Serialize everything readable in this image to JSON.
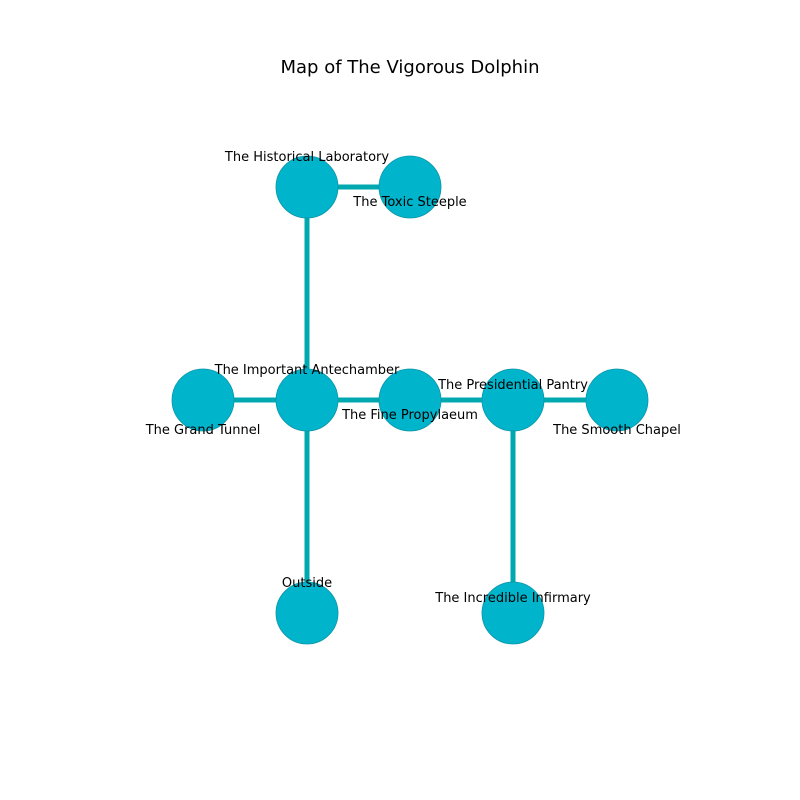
{
  "title": "Map of The Vigorous Dolphin",
  "colors": {
    "node_fill": "#00b4cc",
    "node_stroke": "#0a95a8",
    "edge": "#00a8b0",
    "label": "#000000"
  },
  "rooms": [
    {
      "id": "historical-laboratory",
      "name": "The Historical Laboratory"
    },
    {
      "id": "toxic-steeple",
      "name": "The Toxic Steeple"
    },
    {
      "id": "important-antechamber",
      "name": "The Important Antechamber"
    },
    {
      "id": "grand-tunnel",
      "name": "The Grand Tunnel"
    },
    {
      "id": "fine-propylaeum",
      "name": "The Fine Propylaeum"
    },
    {
      "id": "presidential-pantry",
      "name": "The Presidential Pantry"
    },
    {
      "id": "smooth-chapel",
      "name": "The Smooth Chapel"
    },
    {
      "id": "outside",
      "name": "Outside"
    },
    {
      "id": "incredible-infirmary",
      "name": "The Incredible Infirmary"
    }
  ],
  "connections": [
    [
      "historical-laboratory",
      "toxic-steeple"
    ],
    [
      "historical-laboratory",
      "important-antechamber"
    ],
    [
      "grand-tunnel",
      "important-antechamber"
    ],
    [
      "important-antechamber",
      "fine-propylaeum"
    ],
    [
      "fine-propylaeum",
      "presidential-pantry"
    ],
    [
      "presidential-pantry",
      "smooth-chapel"
    ],
    [
      "important-antechamber",
      "outside"
    ],
    [
      "presidential-pantry",
      "incredible-infirmary"
    ]
  ]
}
